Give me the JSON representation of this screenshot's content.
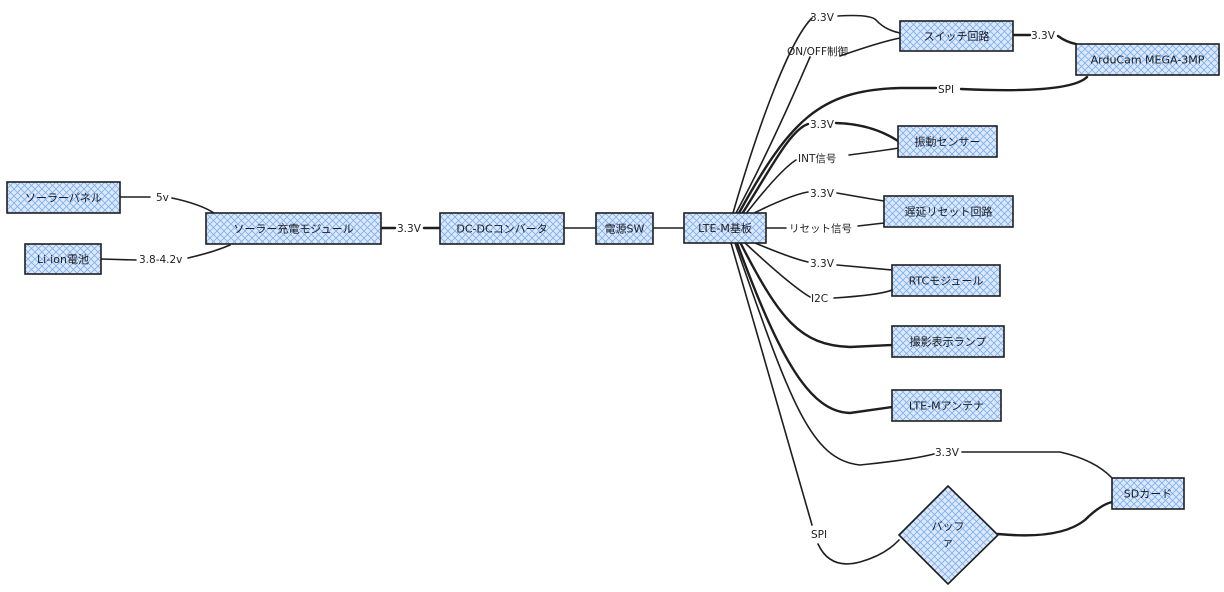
{
  "nodes": {
    "solar_panel": "ソーラーパネル",
    "li_ion": "Li-ion電池",
    "solar_charger": "ソーラー充電モジュール",
    "dcdc": "DC-DCコンバータ",
    "power_sw": "電源SW",
    "lte_board": "LTE-M基板",
    "switch_circuit": "スイッチ回路",
    "arducam": "ArduCam MEGA-3MP",
    "vibration_sensor": "振動センサー",
    "delay_reset": "遅延リセット回路",
    "rtc": "RTCモジュール",
    "lamp": "撮影表示ランプ",
    "antenna": "LTE-Mアンテナ",
    "sd_card": "SDカード",
    "buffer_line1": "バッフ",
    "buffer_line2": "ァ"
  },
  "edges": {
    "solar_5v": "5v",
    "battery_v": "3.8-4.2v",
    "charger_33v": "3.3V",
    "switch_33v": "3.3V",
    "onoff": "ON/OFF制御",
    "cam_33v": "3.3V",
    "spi_cam": "SPI",
    "vib_33v": "3.3V",
    "int": "INT信号",
    "reset_33v": "3.3V",
    "reset_sig": "リセット信号",
    "rtc_33v": "3.3V",
    "i2c": "I2C",
    "sd_33v": "3.3V",
    "spi_sd": "SPI"
  }
}
